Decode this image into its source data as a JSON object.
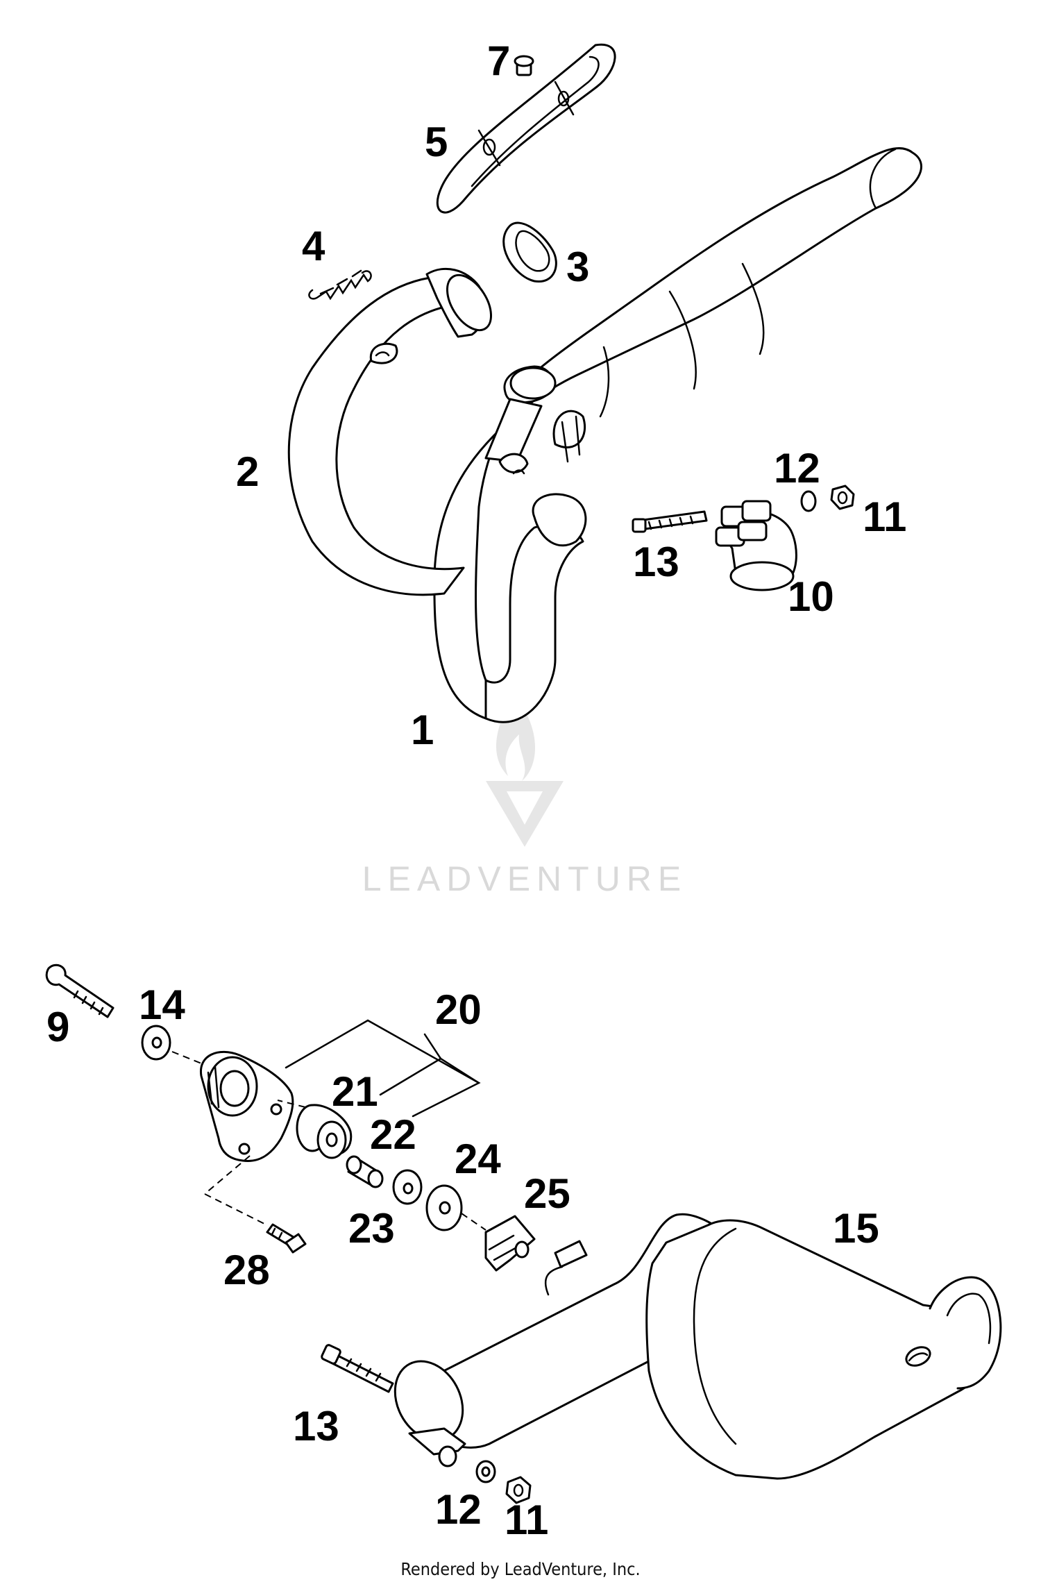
{
  "callouts": {
    "upper": [
      "7",
      "5",
      "4",
      "3",
      "2",
      "12",
      "11",
      "13",
      "10",
      "1"
    ],
    "lower": [
      "9",
      "14",
      "20",
      "21",
      "22",
      "24",
      "25",
      "23",
      "28",
      "15",
      "13",
      "12",
      "11"
    ]
  },
  "watermark": {
    "brand": "LEADVENTURE",
    "icon": "leadventure-flame-logo"
  },
  "footer": "Rendered by LeadVenture, Inc."
}
